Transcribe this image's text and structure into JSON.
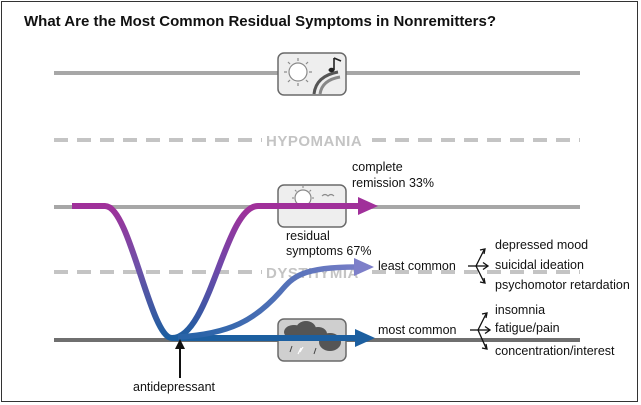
{
  "title": "What Are the Most Common Residual Symptoms in Nonremitters?",
  "bands": {
    "hypomania": "HYPOMANIA",
    "dysthymia": "DYSTHYMIA"
  },
  "outcomes": {
    "remission_line1": "complete",
    "remission_line2": "remission 33%",
    "residual_line1": "residual",
    "residual_line2": "symptoms 67%"
  },
  "least_common": {
    "label": "least common",
    "items": [
      "depressed mood",
      "suicidal ideation",
      "psychomotor retardation"
    ]
  },
  "most_common": {
    "label": "most common",
    "items": [
      "insomnia",
      "fatigue/pain",
      "concentration/interest"
    ]
  },
  "treatment_label": "antidepressant",
  "colors": {
    "magenta": "#a0309a",
    "blue": "#1c5fa0",
    "lavender": "#7d7fc9",
    "line_gray": "#a7a7a7",
    "dash_gray": "#c4c4c4"
  },
  "icons": {
    "top": "sun-music-icon",
    "remission": "sun-bird-icon",
    "depression": "dark-cloud-rain-icon"
  }
}
